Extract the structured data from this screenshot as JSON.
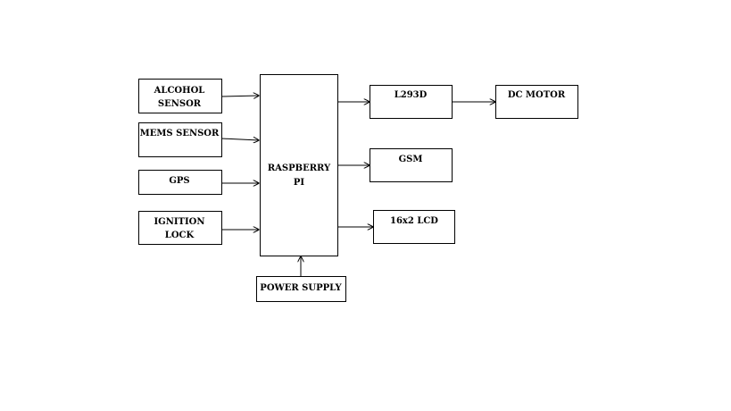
{
  "blocks": {
    "alcohol_sensor": [
      "ALCOHOL",
      "SENSOR"
    ],
    "mems_sensor": [
      "MEMS SENSOR"
    ],
    "gps": [
      "GPS"
    ],
    "ignition_lock": [
      "IGNITION",
      "LOCK"
    ],
    "raspberry_pi": [
      "RASPBERRY",
      "PI"
    ],
    "power_supply": [
      "POWER SUPPLY"
    ],
    "l293d": [
      "L293D"
    ],
    "dc_motor": [
      "DC MOTOR"
    ],
    "gsm": [
      "GSM"
    ],
    "lcd": [
      "16x2 LCD"
    ]
  },
  "connections": [
    {
      "from": "alcohol_sensor",
      "to": "raspberry_pi"
    },
    {
      "from": "mems_sensor",
      "to": "raspberry_pi"
    },
    {
      "from": "gps",
      "to": "raspberry_pi"
    },
    {
      "from": "ignition_lock",
      "to": "raspberry_pi"
    },
    {
      "from": "power_supply",
      "to": "raspberry_pi"
    },
    {
      "from": "raspberry_pi",
      "to": "l293d"
    },
    {
      "from": "l293d",
      "to": "dc_motor"
    },
    {
      "from": "raspberry_pi",
      "to": "gsm"
    },
    {
      "from": "raspberry_pi",
      "to": "lcd"
    }
  ],
  "colors": {
    "stroke": "#000000",
    "background": "#ffffff"
  }
}
